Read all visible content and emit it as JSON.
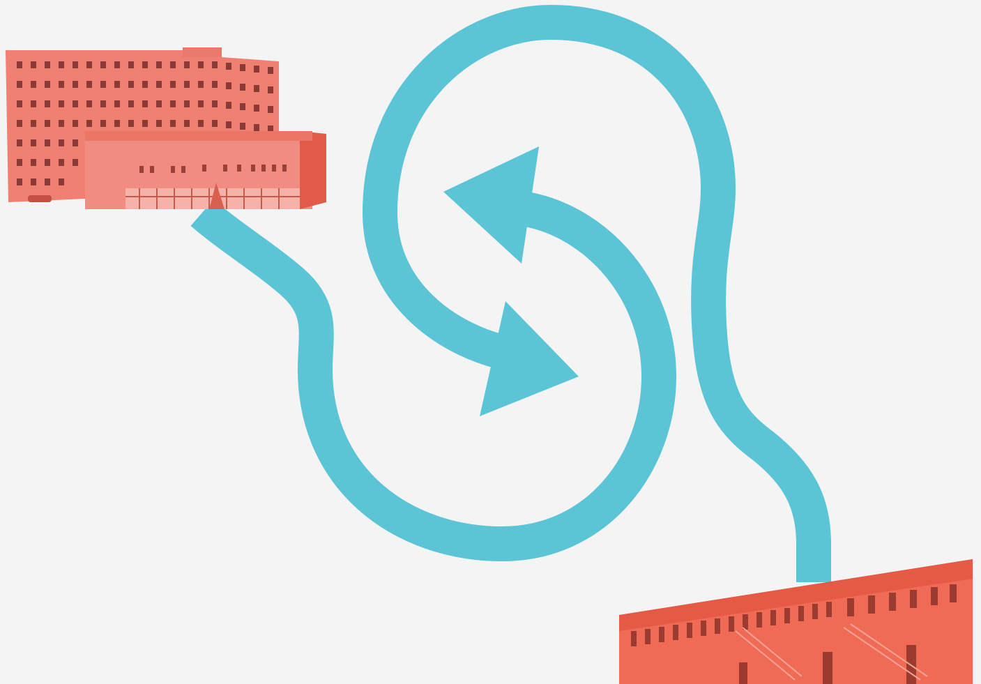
{
  "colors": {
    "background": "#f4f4f4",
    "path": "#5bc4d5",
    "building_primary": "#ef8072",
    "building_secondary": "#e86553",
    "building_window": "#8c3a33"
  },
  "illustration": {
    "elements": [
      {
        "name": "hospital-building-image",
        "description_icon": "building-icon"
      },
      {
        "name": "winding-path",
        "description_icon": "path-line"
      },
      {
        "name": "circular-arrows-icon",
        "description_icon": "exchange-icon"
      },
      {
        "name": "old-mill-building-image",
        "description_icon": "building-icon"
      }
    ]
  }
}
